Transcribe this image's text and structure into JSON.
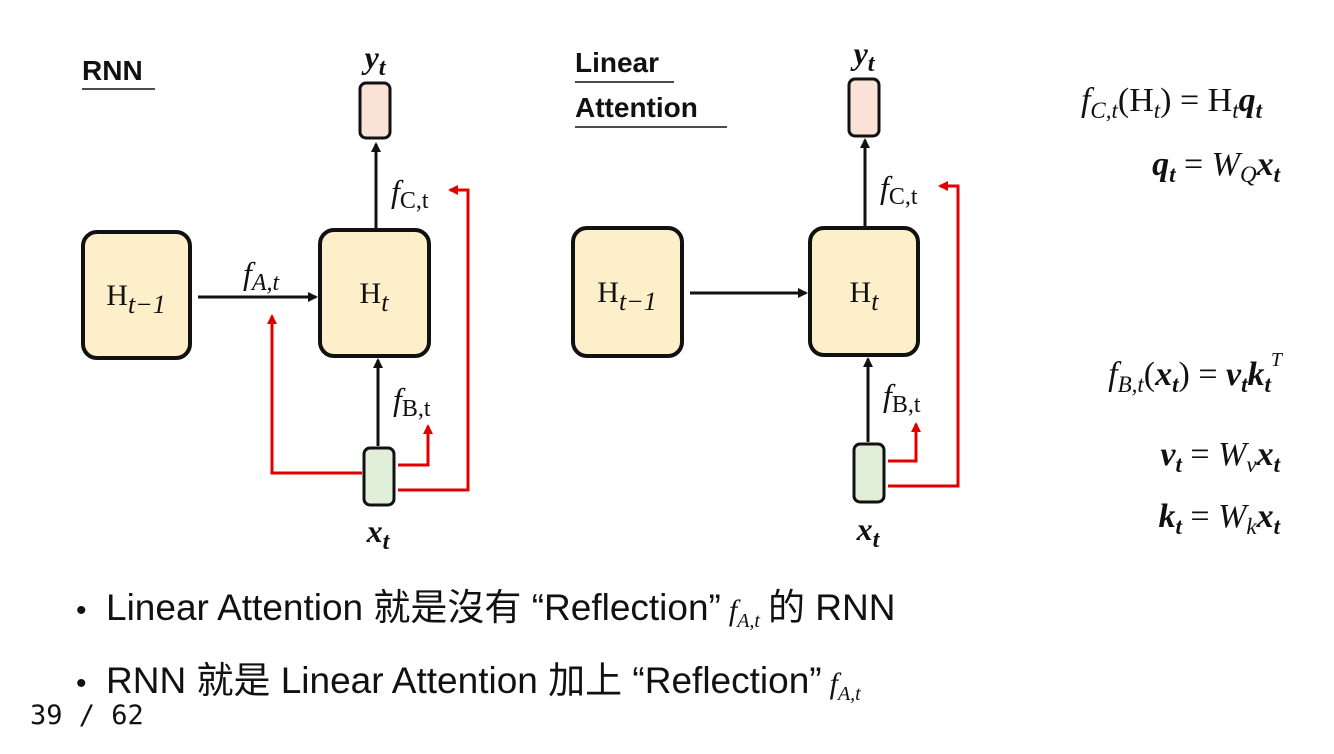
{
  "rnn": {
    "title": "RNN",
    "prev_state": {
      "base": "H",
      "sub": "t−1"
    },
    "state": {
      "base": "H",
      "sub": "t"
    },
    "output": {
      "base": "y",
      "sub": "t"
    },
    "input": {
      "base": "x",
      "sub": "t"
    },
    "fa": {
      "base": "f",
      "sub": "A,t"
    },
    "fb": {
      "base": "f",
      "sub": "B,t"
    },
    "fc": {
      "base": "f",
      "sub": "C,t"
    }
  },
  "linear_attention": {
    "title_line1": "Linear",
    "title_line2": "Attention",
    "prev_state": {
      "base": "H",
      "sub": "t−1"
    },
    "state": {
      "base": "H",
      "sub": "t"
    },
    "output": {
      "base": "y",
      "sub": "t"
    },
    "input": {
      "base": "x",
      "sub": "t"
    },
    "fb": {
      "base": "f",
      "sub": "B,t"
    },
    "fc": {
      "base": "f",
      "sub": "C,t"
    }
  },
  "equations": {
    "eq1": {
      "f": "f",
      "fsub": "C,t",
      "arg": "H",
      "argsub": "t",
      "rhs_a": "H",
      "rhs_asub": "t",
      "rhs_b": "q",
      "rhs_bsub": "t"
    },
    "eq2": {
      "lhs": "q",
      "lhssub": "t",
      "w": "W",
      "wsub": "Q",
      "x": "x",
      "xsub": "t"
    },
    "eq3": {
      "f": "f",
      "fsub": "B,t",
      "arg": "x",
      "argsub": "t",
      "v": "v",
      "vsub": "t",
      "k": "k",
      "ksub": "t",
      "sup": "T"
    },
    "eq4": {
      "lhs": "v",
      "lhssub": "t",
      "w": "W",
      "wsub": "v",
      "x": "x",
      "xsub": "t"
    },
    "eq5": {
      "lhs": "k",
      "lhssub": "t",
      "w": "W",
      "wsub": "k",
      "x": "x",
      "xsub": "t"
    }
  },
  "bullets": {
    "b1": {
      "dot": "•",
      "text_a": "Linear Attention 就是沒有 “Reflection”",
      "f": "f",
      "fsub": "A,t",
      "text_b": "的 RNN"
    },
    "b2": {
      "dot": "•",
      "text_a": "RNN 就是 Linear Attention 加上 “Reflection”",
      "f": "f",
      "fsub": "A,t"
    }
  },
  "page_number": "39 / 62",
  "colors": {
    "state_fill": "#fdefc9",
    "output_fill": "#fbe2d6",
    "input_fill": "#e1efd9",
    "red_arrow": "#e00000",
    "black": "#111111"
  }
}
